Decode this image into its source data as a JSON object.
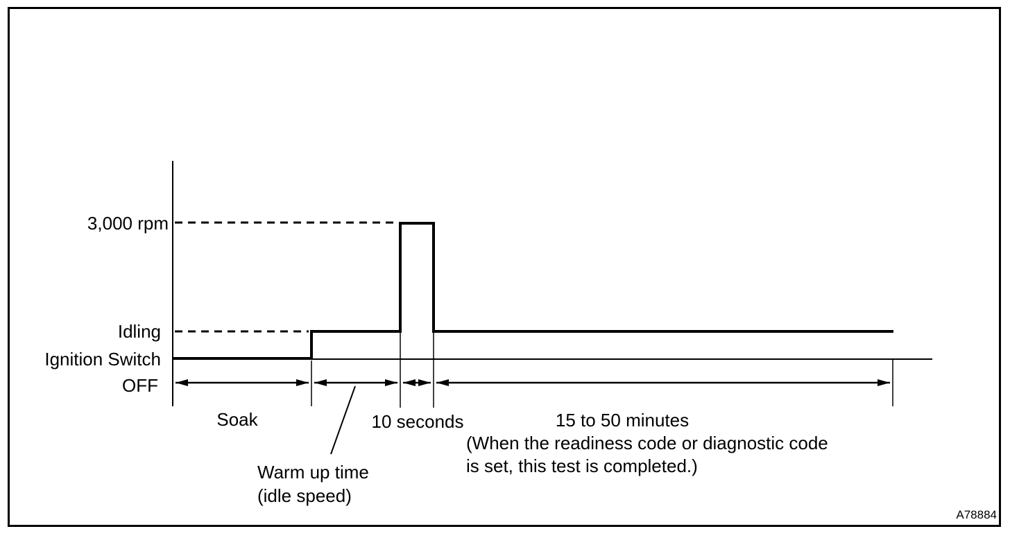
{
  "labels": {
    "rpm_3000": "3,000 rpm",
    "idling": "Idling",
    "ignition_switch": "Ignition Switch",
    "off": "OFF",
    "soak": "Soak",
    "ten_seconds": "10 seconds",
    "fifteen_to_fifty_minutes": "15 to 50 minutes",
    "readiness_note_line1": "(When the readiness code or diagnostic code",
    "readiness_note_line2": "is set, this test is completed.)",
    "warm_up_time": "Warm up time",
    "idle_speed": "(idle speed)",
    "figure_code": "A78884"
  },
  "colors": {
    "line": "#000000",
    "background": "#ffffff"
  },
  "diagram": {
    "type": "timing-diagram",
    "y_levels": [
      "Ignition Switch OFF",
      "Idling",
      "3,000 rpm"
    ],
    "sequence": [
      {
        "phase": "Soak",
        "level": "Ignition Switch OFF"
      },
      {
        "phase": "Warm up time (idle speed)",
        "level": "Idling"
      },
      {
        "phase": "10 seconds",
        "level": "3,000 rpm"
      },
      {
        "phase": "15 to 50 minutes (When the readiness code or diagnostic code is set, this test is completed.)",
        "level": "Idling"
      }
    ]
  }
}
